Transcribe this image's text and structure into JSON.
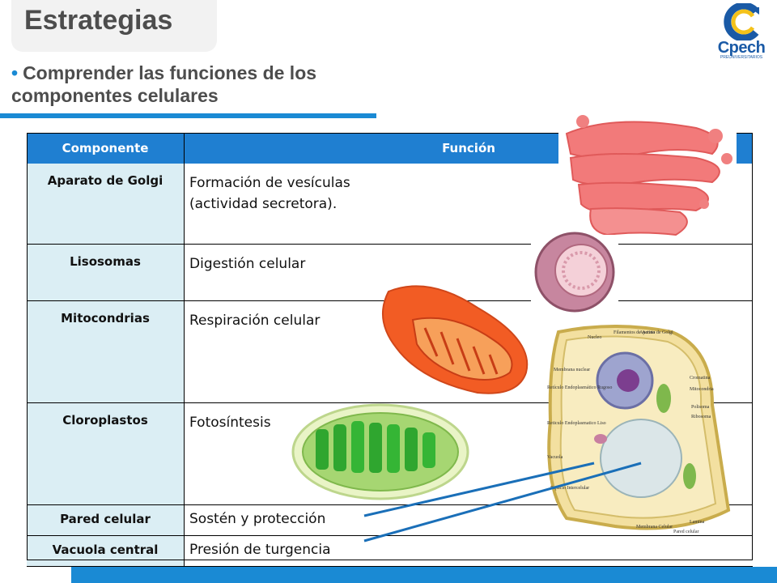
{
  "header": {
    "title": "Estrategias",
    "bullet": "•",
    "subtitle": "Comprender las funciones de los componentes celulares"
  },
  "logo": {
    "text": "Cpech",
    "small": "PREUNIVERSITARIOS"
  },
  "table": {
    "headers": [
      "Componente",
      "Función"
    ],
    "rows": [
      {
        "component": "Aparato de Golgi",
        "function": "Formación de vesículas (actividad secretora)."
      },
      {
        "component": "Lisosomas",
        "function": "Digestión celular"
      },
      {
        "component": "Mitocondrias",
        "function": "Respiración celular"
      },
      {
        "component": "Cloroplastos",
        "function": "Fotosíntesis"
      },
      {
        "component": "Pared celular",
        "function": "Sostén y protección"
      },
      {
        "component": "Vacuola central",
        "function": "Presión de turgencia"
      }
    ]
  },
  "plant_cell_labels": {
    "nucleo": "Nucleo",
    "filamentos": "Filamentos de Actina",
    "golgi": "Aparato de Golgi",
    "membrana_nuclear": "Membrana nuclear",
    "reticulo_rugoso": "Retículo Endoplasmático Rugoso",
    "cromatina": "Cromatina",
    "mitocondria": "Mitocondria",
    "polisoma": "Polisoma",
    "ribosoma": "Ribosoma",
    "reticulo_liso": "Reticulo Endoplasmatico Liso",
    "vacuola": "Vacuola",
    "espacio": "Espacio Intercelular",
    "lamina": "Lamina",
    "membrana_celular": "Membrana Celular",
    "pared_celular": "Pared celular"
  },
  "colors": {
    "accent": "#1a8ad4",
    "table_header": "#1f7fd1",
    "component_cell": "#dbeef4",
    "title_text": "#4d4d4d"
  }
}
